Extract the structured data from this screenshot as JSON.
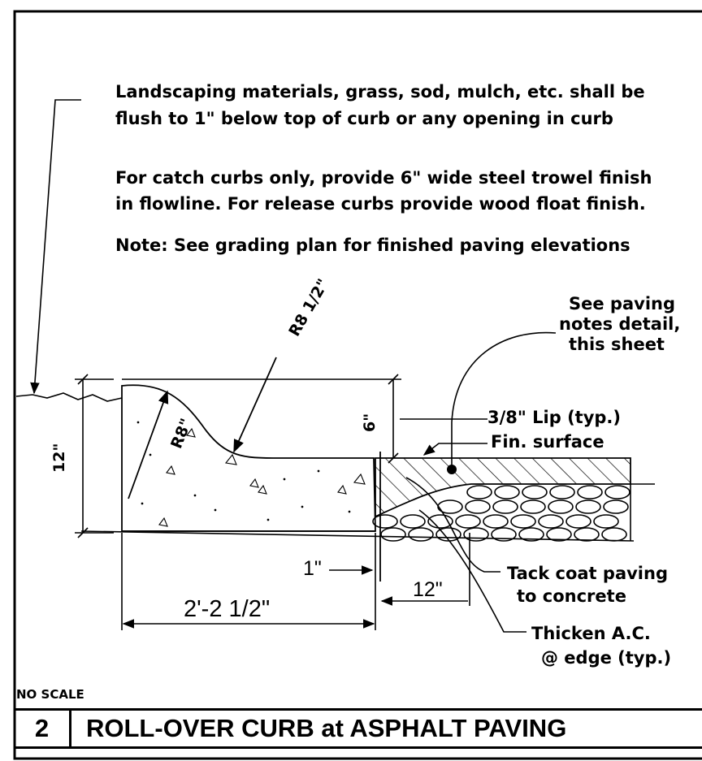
{
  "notes": {
    "landscaping_line1": "Landscaping materials, grass, sod, mulch, etc. shall be",
    "landscaping_line2": "flush to 1\" below top of curb or any opening in curb",
    "catch_line1": "For catch curbs only, provide 6\" wide steel trowel finish",
    "catch_line2": "in flowline. For release curbs provide wood float finish.",
    "grading": "Note: See grading plan for finished paving elevations",
    "paving_line1": "See paving",
    "paving_line2": "notes detail,",
    "paving_line3": "this sheet",
    "lip": "3/8\" Lip (typ.)",
    "fin_surface": "Fin. surface",
    "tack_line1": "Tack coat paving",
    "tack_line2": "to concrete",
    "thicken_line1": "Thicken A.C.",
    "thicken_line2": "@ edge (typ.)"
  },
  "dimensions": {
    "radius_large": "R8 1/2\"",
    "radius_small": "R8\"",
    "height_6": "6\"",
    "height_12": "12\"",
    "gap_1": "1\"",
    "width_12": "12\"",
    "width_curb": "2'-2 1/2\""
  },
  "scale_note": "NO SCALE",
  "title_block": {
    "number": "2",
    "title": "ROLL-OVER CURB at ASPHALT PAVING"
  }
}
